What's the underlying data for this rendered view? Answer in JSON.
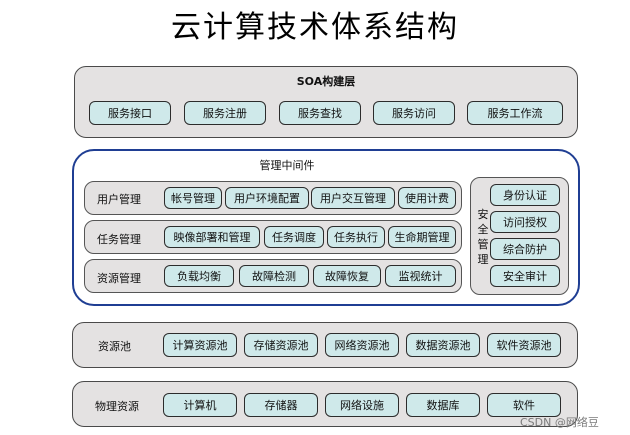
{
  "title": "云计算技术体系结构",
  "soa": {
    "label": "SOA构建层",
    "items": [
      "服务接口",
      "服务注册",
      "服务查找",
      "服务访问",
      "服务工作流"
    ]
  },
  "middleware": {
    "label": "管理中间件",
    "user_mgmt": {
      "label": "用户管理",
      "items": [
        "帐号管理",
        "用户环境配置",
        "用户交互管理",
        "使用计费"
      ]
    },
    "task_mgmt": {
      "label": "任务管理",
      "items": [
        "映像部署和管理",
        "任务调度",
        "任务执行",
        "生命期管理"
      ]
    },
    "resource_mgmt": {
      "label": "资源管理",
      "items": [
        "负载均衡",
        "故障检测",
        "故障恢复",
        "监视统计"
      ]
    },
    "security": {
      "label": "安全管理",
      "items": [
        "身份认证",
        "访问授权",
        "综合防护",
        "安全审计"
      ]
    }
  },
  "resource_pool": {
    "label": "资源池",
    "items": [
      "计算资源池",
      "存储资源池",
      "网络资源池",
      "数据资源池",
      "软件资源池"
    ]
  },
  "physical": {
    "label": "物理资源",
    "items": [
      "计算机",
      "存储器",
      "网络设施",
      "数据库",
      "软件"
    ]
  },
  "watermark": "CSDN @网络豆"
}
